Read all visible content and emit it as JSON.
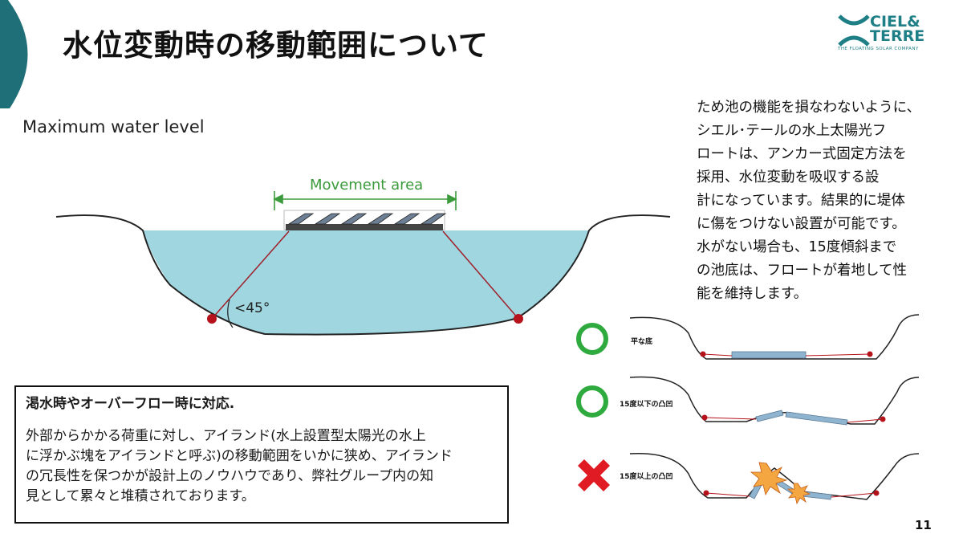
{
  "header": {
    "title": "水位変動時の移動範囲について"
  },
  "logo": {
    "line1": "CIEL&",
    "line2": "TERRE",
    "tagline": "THE FLOATING SOLAR COMPANY"
  },
  "main_diagram": {
    "water_level_label": "Maximum water level",
    "movement_label": "Movement area",
    "angle_label": "<45°"
  },
  "description": {
    "lines": [
      "ため池の機能を損なわないように、",
      "シエル･テールの水上太陽光フ",
      "ロートは、アンカー式固定方法を",
      "採用、水位変動を吸収する設",
      "計になっています。結果的に堤体",
      "に傷をつけない設置が可能です。",
      "水がない場合も、15度傾斜まで",
      "の池底は、フロートが着地して性",
      "能を維持します。"
    ]
  },
  "info_box": {
    "title": "渇水時やオーバーフロー時に対応.",
    "lines": [
      "外部からかかる荷重に対し、アイランド(水上設置型太陽光の水上",
      "に浮かぶ塊をアイランドと呼ぶ)の移動範囲をいかに狭め、アイランド",
      "の冗長性を保つかが設計上のノウハウであり、弊社グループ内の知",
      "見として累々と堆積されております。"
    ]
  },
  "cases": [
    {
      "label": "平な底",
      "status": "ok"
    },
    {
      "label": "15度以下の凸凹",
      "status": "ok"
    },
    {
      "label": "15度以上の凸凹",
      "status": "ng"
    }
  ],
  "colors": {
    "accent_teal": "#1f6f78",
    "water": "#9fd6e0",
    "ok_green": "#2eaa3e",
    "ng_red": "#e01b24",
    "anchor_red": "#b5121b",
    "movement_green": "#3b9a3b"
  },
  "page": {
    "number": "11"
  }
}
